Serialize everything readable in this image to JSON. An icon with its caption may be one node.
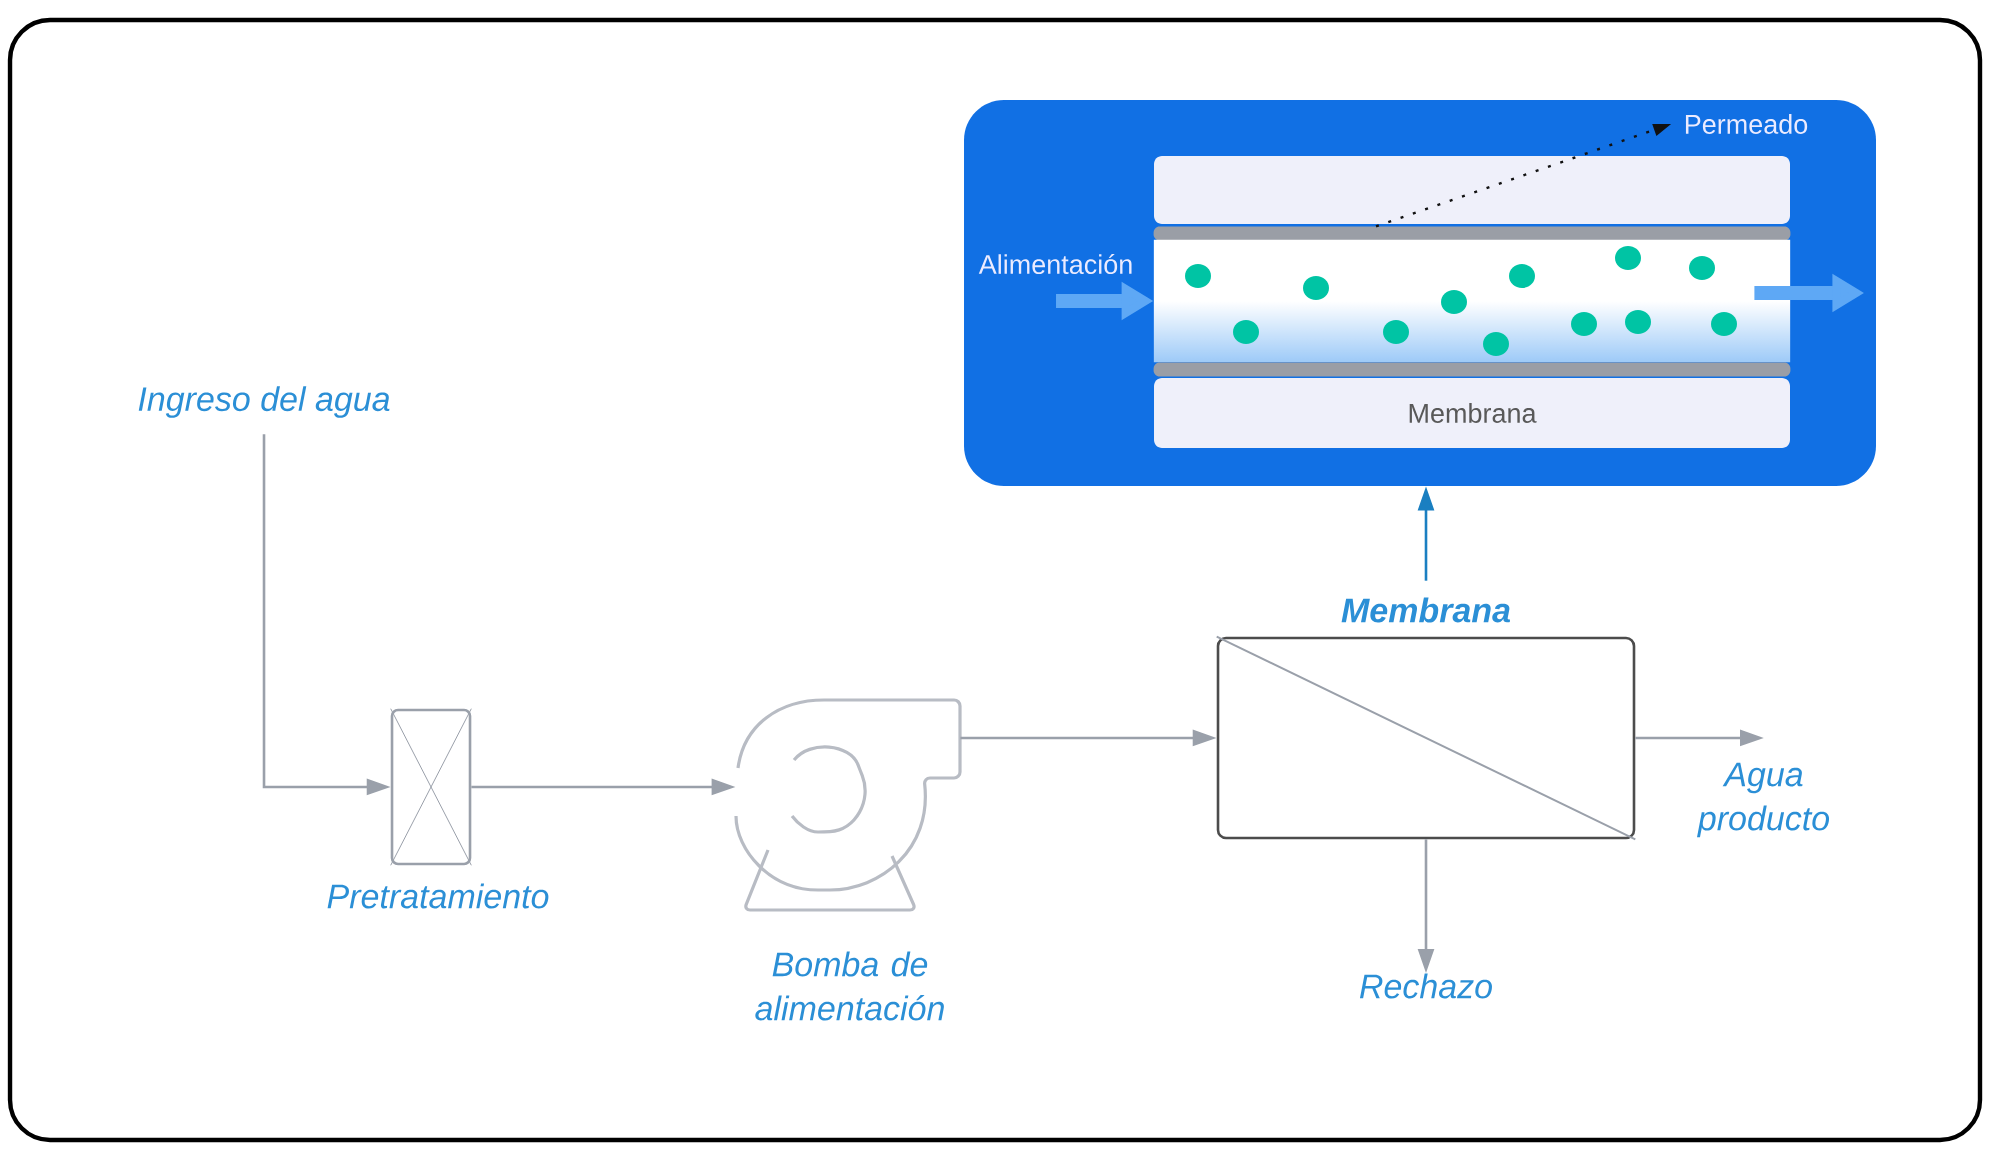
{
  "diagram": {
    "nodes": [
      {
        "text": [
          "Ingreso del agua"
        ]
      },
      {
        "text": [
          "Pretratamiento"
        ]
      },
      {
        "text": [
          "Bomba de alimentación"
        ]
      },
      {
        "text": [
          "Membrana"
        ]
      },
      {
        "text": [
          "Agua producto"
        ]
      },
      {
        "text": [
          "Rechazo"
        ]
      },
      {
        "text": [],
        "shape": "box"
      },
      {
        "text": [],
        "shape": "box",
        "in": 6
      },
      {
        "text": [],
        "shape": "box",
        "in": 6
      },
      {
        "text": [
          "Membrana"
        ],
        "in": 6
      },
      {
        "text": [
          "Alimentación"
        ],
        "in": 6
      },
      {
        "text": [
          "Permeado"
        ],
        "in": 6
      }
    ],
    "edges": [
      {
        "from": 0,
        "to": 1,
        "arrow": "to"
      },
      {
        "from": 1,
        "to": 2,
        "arrow": "to"
      },
      {
        "from": 2,
        "to": 3,
        "arrow": "to"
      },
      {
        "from": 3,
        "to": 4,
        "arrow": "to"
      },
      {
        "from": 3,
        "to": 5,
        "arrow": "to"
      },
      {
        "from": 3,
        "to": 6,
        "arrow": "to",
        "color": "#1a7fc1"
      },
      {
        "from": 10,
        "to": 8,
        "arrow": "to",
        "style": "thick",
        "color": "#5ea8f5"
      },
      {
        "from": 8,
        "to": null,
        "arrow": "to",
        "style": "thick",
        "color": "#5ea8f5"
      },
      {
        "from": 7,
        "to": 11,
        "arrow": "to",
        "style": "dashed",
        "color": "#111111"
      }
    ]
  }
}
